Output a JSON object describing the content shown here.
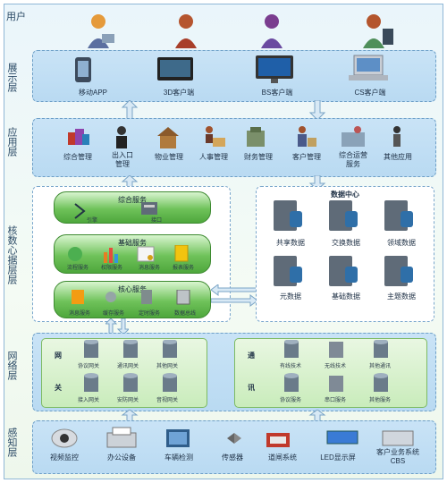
{
  "layers": {
    "user": "用户",
    "display": "展示层",
    "app": "应用层",
    "core": "核数心据层层",
    "network": "网络层",
    "sense": "感知层"
  },
  "display_items": [
    "移动APP",
    "3D客户端",
    "BS客户端",
    "CS客户端"
  ],
  "app_items": [
    {
      "label": "综合管理",
      "label2": ""
    },
    {
      "label": "出入口",
      "label2": "管理"
    },
    {
      "label": "物业管理",
      "label2": ""
    },
    {
      "label": "人事管理",
      "label2": ""
    },
    {
      "label": "财务管理",
      "label2": ""
    },
    {
      "label": "客户管理",
      "label2": ""
    },
    {
      "label": "综合运营",
      "label2": "服务"
    },
    {
      "label": "其他应用",
      "label2": ""
    }
  ],
  "core": {
    "integrated": {
      "title": "综合服务",
      "items": [
        "引擎",
        "接口"
      ]
    },
    "basic": {
      "title": "基础服务",
      "items": [
        "流程服务",
        "权限服务",
        "消息服务",
        "报表服务"
      ]
    },
    "core_service": {
      "title": "核心服务",
      "items": [
        "消息服务",
        "缓存服务",
        "定时服务",
        "数据总线"
      ]
    }
  },
  "datacenter": {
    "title": "数据中心",
    "items": [
      "共享数据",
      "交换数据",
      "领域数据",
      "元数据",
      "基础数据",
      "主题数据"
    ]
  },
  "network": {
    "gateway": {
      "title": [
        "网",
        "关"
      ],
      "items": [
        "协议网关",
        "通讯网关",
        "其他网关",
        "接入网关",
        "安防网关",
        "音视网关"
      ]
    },
    "comm": {
      "title": [
        "通",
        "讯"
      ],
      "items": [
        "有线技术",
        "无线技术",
        "其他通讯",
        "协议服务",
        "串口服务",
        "其他服务"
      ]
    }
  },
  "sense_items": [
    "视频监控",
    "办公设备",
    "车辆检测",
    "传感器",
    "道闸系统",
    "LED显示屏",
    "客户业务系统",
    "CBS"
  ],
  "colors": {
    "panel": "#bfddf3",
    "green": "#5db54a",
    "server": "#5f6b78",
    "accent": "#2f6fa8"
  }
}
